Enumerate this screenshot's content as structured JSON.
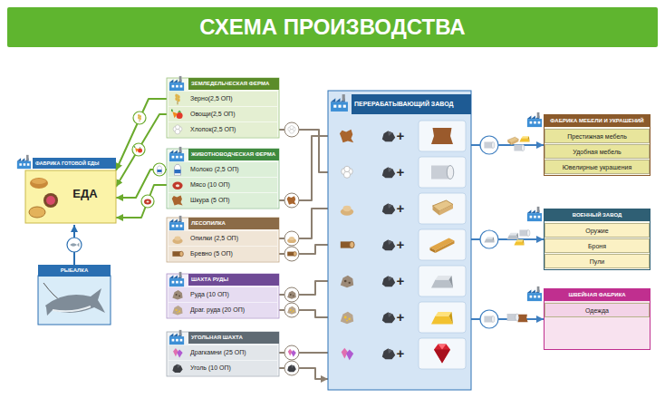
{
  "diagram": {
    "title": "СХЕМА ПРОИЗВОДСТВА",
    "nodes": [
      {
        "text": [
          "ФАБРИКА ГОТОВОЙ ЕДЫ",
          "ЕДА"
        ]
      },
      {
        "text": [
          "РЫБАЛКА"
        ]
      },
      {
        "text": [
          "ЗЕМЛЕДЕЛЬЧЕСКАЯ ФЕРМА"
        ]
      },
      {
        "text": [
          "Зерно(2,5 ОП)"
        ],
        "in": 2
      },
      {
        "text": [
          "Овощи(2,5 ОП)"
        ],
        "in": 2
      },
      {
        "text": [
          "Хлопок(2,5 ОП)"
        ],
        "in": 2
      },
      {
        "text": [
          "ЖИВОТНОВОДЧЕСКАЯ ФЕРМА"
        ]
      },
      {
        "text": [
          "Молоко (2,5 ОП)"
        ],
        "in": 6
      },
      {
        "text": [
          "Мясо (10 ОП)"
        ],
        "in": 6
      },
      {
        "text": [
          "Шкура (5 ОП)"
        ],
        "in": 6
      },
      {
        "text": [
          "ЛЕСОПИЛКА"
        ]
      },
      {
        "text": [
          "Опилки (2,5 ОП)"
        ],
        "in": 10
      },
      {
        "text": [
          "Бревно (5 ОП)"
        ],
        "in": 10
      },
      {
        "text": [
          "ШАХТА РУДЫ"
        ]
      },
      {
        "text": [
          "Руда (10 ОП)"
        ],
        "in": 13
      },
      {
        "text": [
          "Драг. руда (20 ОП)"
        ],
        "in": 13
      },
      {
        "text": [
          "УГОЛЬНАЯ ШАХТА"
        ]
      },
      {
        "text": [
          "Драгкамни (25 ОП)"
        ],
        "in": 16
      },
      {
        "text": [
          "Уголь (10 ОП)"
        ],
        "in": 16
      },
      {
        "text": [
          "ПЕРЕРАБАТЫВАЮЩИЙ ЗАВОД"
        ]
      },
      {
        "text": [
          "+"
        ],
        "in": 19
      },
      {
        "text": [
          "+"
        ],
        "in": 19
      },
      {
        "text": [
          "+"
        ],
        "in": 19
      },
      {
        "text": [
          "+"
        ],
        "in": 19
      },
      {
        "text": [
          "+"
        ],
        "in": 19
      },
      {
        "text": [
          "+"
        ],
        "in": 19
      },
      {
        "text": [
          "+"
        ],
        "in": 19
      },
      {
        "text": [
          "ФАБРИКА МЕБЕЛИ И УКРАШЕНИЙ"
        ]
      },
      {
        "text": [
          "Престижная мебель"
        ],
        "in": 27
      },
      {
        "text": [
          "Удобная мебель"
        ],
        "in": 27
      },
      {
        "text": [
          "Ювелирные украшения"
        ],
        "in": 27
      },
      {
        "text": [
          "ВОЕННЫЙ ЗАВОД"
        ]
      },
      {
        "text": [
          "Оружие"
        ],
        "in": 31
      },
      {
        "text": [
          "Броня"
        ],
        "in": 31
      },
      {
        "text": [
          "Пули"
        ],
        "in": 31
      },
      {
        "text": [
          "ШВЕЙНАЯ ФАБРИКА"
        ]
      },
      {
        "text": [
          "Одежда"
        ],
        "in": 35
      }
    ],
    "edges": [
      {
        "from": 3,
        "to": 0,
        "arrow": "to"
      },
      {
        "from": 4,
        "to": 0,
        "arrow": "to"
      },
      {
        "from": 7,
        "to": 0,
        "arrow": "to"
      },
      {
        "from": 8,
        "to": 0,
        "arrow": "to"
      },
      {
        "from": 1,
        "to": 0,
        "arrow": "to"
      },
      {
        "from": 9,
        "to": 20,
        "arrow": "to"
      },
      {
        "from": 5,
        "to": 21,
        "arrow": "to"
      },
      {
        "from": 11,
        "to": 22,
        "arrow": "to"
      },
      {
        "from": 12,
        "to": 23,
        "arrow": "to"
      },
      {
        "from": 14,
        "to": 24,
        "arrow": "to"
      },
      {
        "from": 15,
        "to": 25,
        "arrow": "to"
      },
      {
        "from": 17,
        "to": 26,
        "arrow": "to"
      },
      {
        "from": 18,
        "to": 19,
        "arrow": "to"
      },
      {
        "from": 19,
        "to": 27,
        "arrow": "to"
      },
      {
        "from": 19,
        "to": 31,
        "arrow": "to"
      },
      {
        "from": 19,
        "to": 35,
        "arrow": "to"
      }
    ]
  }
}
